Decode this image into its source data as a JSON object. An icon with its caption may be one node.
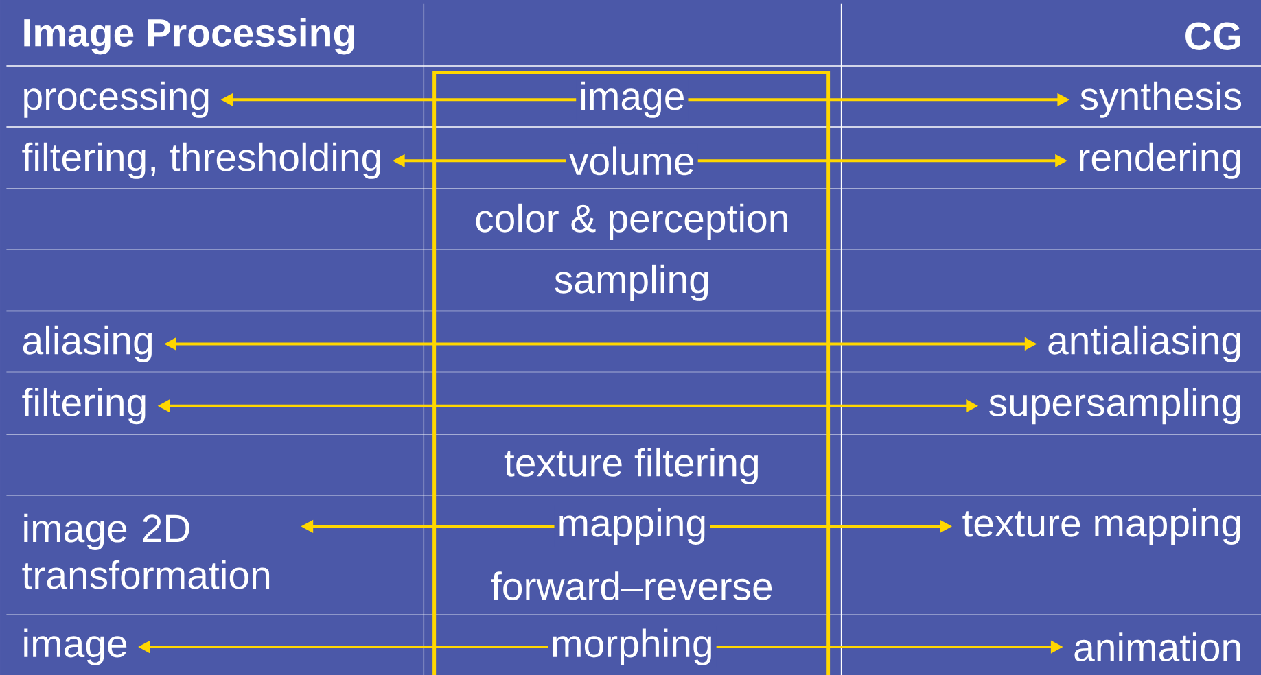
{
  "diagram": {
    "nodes": [
      {
        "text": [
          "processing"
        ]
      },
      {
        "text": [
          "synthesis"
        ]
      },
      {
        "text": [
          "filtering, thresholding"
        ]
      },
      {
        "text": [
          "rendering"
        ]
      },
      {
        "text": [
          "aliasing"
        ]
      },
      {
        "text": [
          "antialiasing"
        ]
      },
      {
        "text": [
          "filtering"
        ]
      },
      {
        "text": [
          "supersampling"
        ]
      },
      {
        "text": [
          "image 2D transformation"
        ]
      },
      {
        "text": [
          "texture mapping"
        ]
      },
      {
        "text": [
          "image"
        ]
      },
      {
        "text": [
          "animation"
        ]
      }
    ],
    "edges": [
      {
        "from": 0,
        "to": 1,
        "arrow": "both",
        "label": "image"
      },
      {
        "from": 2,
        "to": 3,
        "arrow": "both",
        "label": "volume"
      },
      {
        "from": 4,
        "to": 5,
        "arrow": "both"
      },
      {
        "from": 6,
        "to": 7,
        "arrow": "both"
      },
      {
        "from": 8,
        "to": 9,
        "arrow": "both",
        "label": "mapping"
      },
      {
        "from": 10,
        "to": 11,
        "arrow": "both",
        "label": "morphing"
      }
    ],
    "labels": [
      "Image Processing",
      "CG",
      "color & perception",
      "sampling",
      "texture filtering",
      "forward–reverse"
    ]
  }
}
